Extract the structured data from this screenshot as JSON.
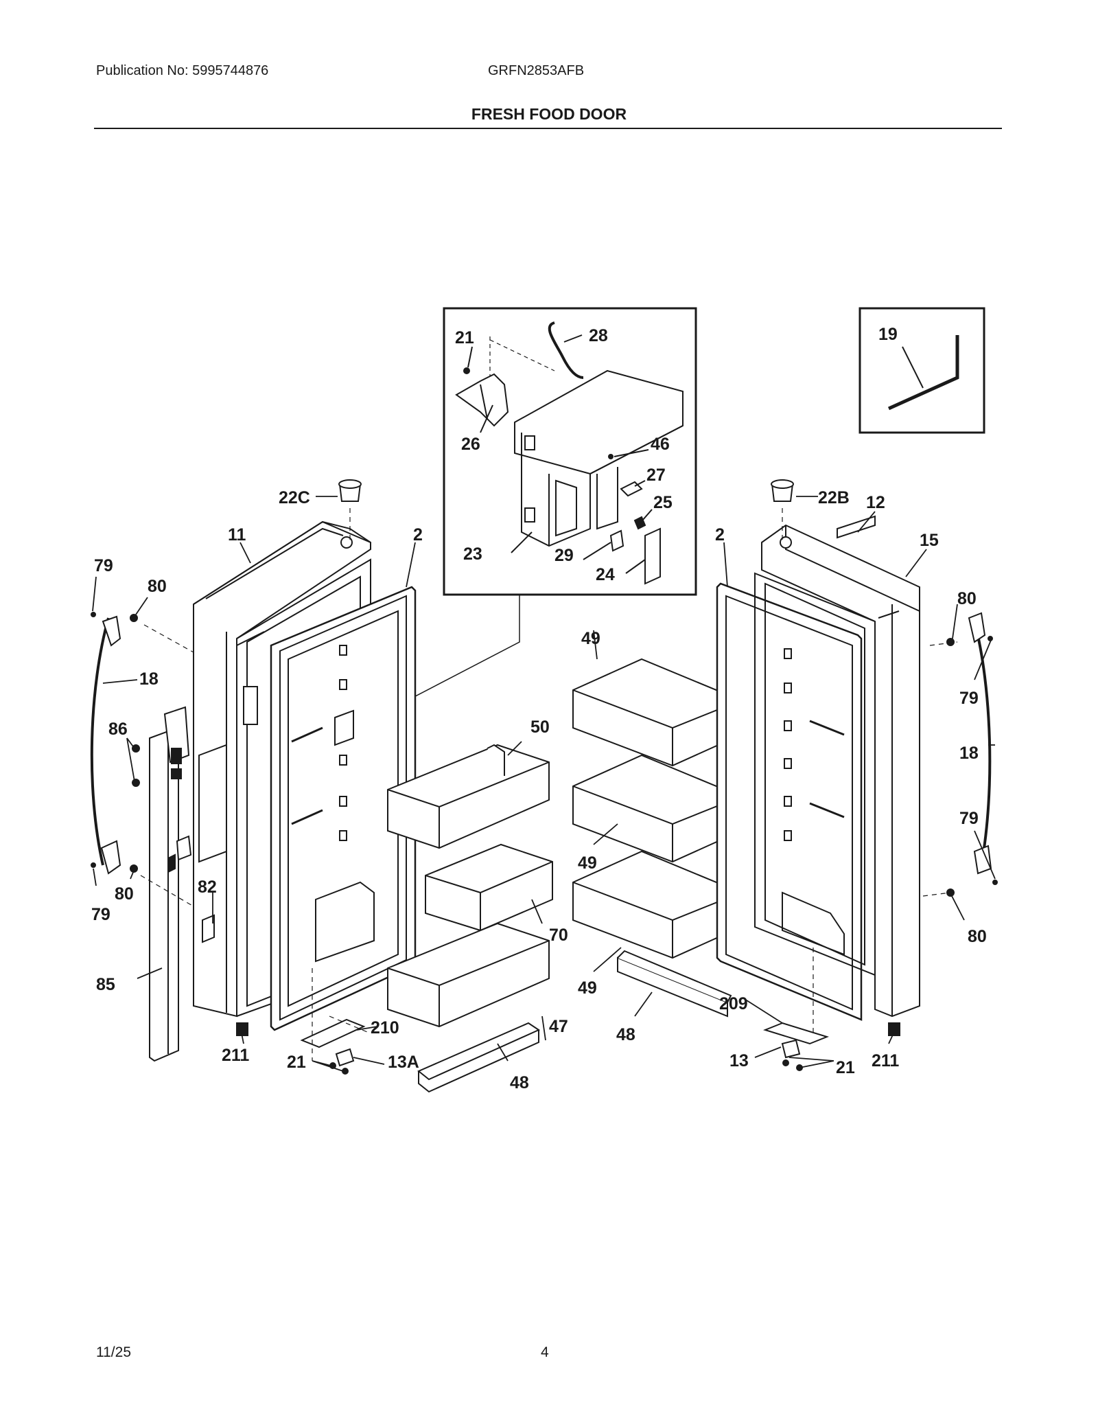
{
  "header": {
    "publication": "Publication No: 5995744876",
    "model": "GRFN2853AFB",
    "title": "FRESH FOOD DOOR"
  },
  "footer": {
    "date": "11/25",
    "page": "4"
  },
  "labels": {
    "p2_left": "2",
    "p2_right": "2",
    "p11": "11",
    "p12": "12",
    "p13": "13",
    "p13a": "13A",
    "p15": "15",
    "p18_left": "18",
    "p18_right": "18",
    "p19": "19",
    "p21_inset": "21",
    "p21_left": "21",
    "p21_right": "21",
    "p22b": "22B",
    "p22c": "22C",
    "p23": "23",
    "p24": "24",
    "p25": "25",
    "p26": "26",
    "p27": "27",
    "p28": "28",
    "p29": "29",
    "p46": "46",
    "p47": "47",
    "p48_left": "48",
    "p48_right": "48",
    "p49_top": "49",
    "p49_mid": "49",
    "p49_bot": "49",
    "p50": "50",
    "p70": "70",
    "p79_lt": "79",
    "p79_lb": "79",
    "p79_rt": "79",
    "p79_rb": "79",
    "p80_lt": "80",
    "p80_lb": "80",
    "p80_rt": "80",
    "p80_rb": "80",
    "p82": "82",
    "p85": "85",
    "p86": "86",
    "p209": "209",
    "p210": "210",
    "p211_left": "211",
    "p211_right": "211"
  }
}
